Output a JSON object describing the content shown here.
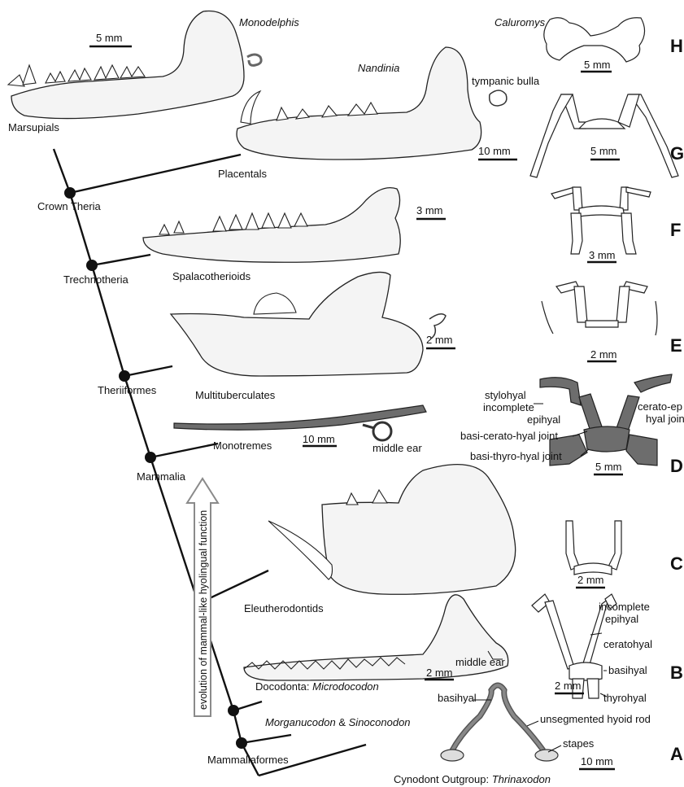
{
  "colors": {
    "ink": "#111111",
    "bone_fill": "#f4f4f4",
    "dark_bone": "#6d6d6d",
    "arrow_outline": "#8a8a8a"
  },
  "jaws": {
    "monodelphis": "Monodelphis",
    "nandinia": "Nandinia",
    "tympanic_bulla": "tympanic bulla",
    "marsupials": "Marsupials",
    "placentals": "Placentals",
    "spalacotherioids": "Spalacotherioids",
    "multituberculates": "Multituberculates",
    "monotremes": "Monotremes",
    "middle_ear_mono": "middle ear",
    "eleutherodontids": "Eleutherodontids",
    "docodonta_prefix": "Docodonta: ",
    "docodonta_genus": "Microdocodon",
    "middle_ear_doco": "middle ear",
    "morganucodon": "Morganucodon",
    "amp": " & ",
    "sinoconodon": "Sinoconodon",
    "cynodont_prefix": "Cynodont Outgroup: ",
    "cynodont_genus": "Thrinaxodon"
  },
  "scale_bars": {
    "monodelphis": "5 mm",
    "nandinia": "10 mm",
    "spalacotherioids": "3 mm",
    "multituberculates": "2 mm",
    "monotremes": "10 mm",
    "docodonta": "2 mm",
    "hyoid_H": "5 mm",
    "hyoid_G": "5 mm",
    "hyoid_F": "3 mm",
    "hyoid_E": "2 mm",
    "hyoid_D": "5 mm",
    "hyoid_C": "2 mm",
    "hyoid_B": "2 mm",
    "hyoid_A": "10 mm"
  },
  "tree_nodes": {
    "crown_theria": "Crown Theria",
    "trechnotheria": "Trechnotheria",
    "theriiformes": "Theriiformes",
    "mammalia": "Mammalia",
    "mammaliaformes": "Mammaliaformes"
  },
  "arrow_label": "evolution of mammal-like hyolingual function",
  "panel_letters": [
    "H",
    "G",
    "F",
    "E",
    "D",
    "C",
    "B",
    "A"
  ],
  "hyoid_labels": {
    "caluromys": "Caluromys",
    "stylohyal_1": "stylohyal",
    "stylohyal_2": "incomplete",
    "epihyal_D": "epihyal",
    "cerato_ep_1": "cerato-ep",
    "cerato_ep_2": "hyal joint",
    "basi_cerato": "basi-cerato-hyal joint",
    "basi_thyro": "basi-thyro-hyal joint",
    "incomplete": "incomplete",
    "epihyal_B": "epihyal",
    "ceratohyal": "ceratohyal",
    "basihyal_B": "basihyal",
    "thyrohyal": "thyrohyal",
    "basihyal_A": "basihyal",
    "unsegmented": "unsegmented hyoid rod",
    "stapes": "stapes"
  }
}
